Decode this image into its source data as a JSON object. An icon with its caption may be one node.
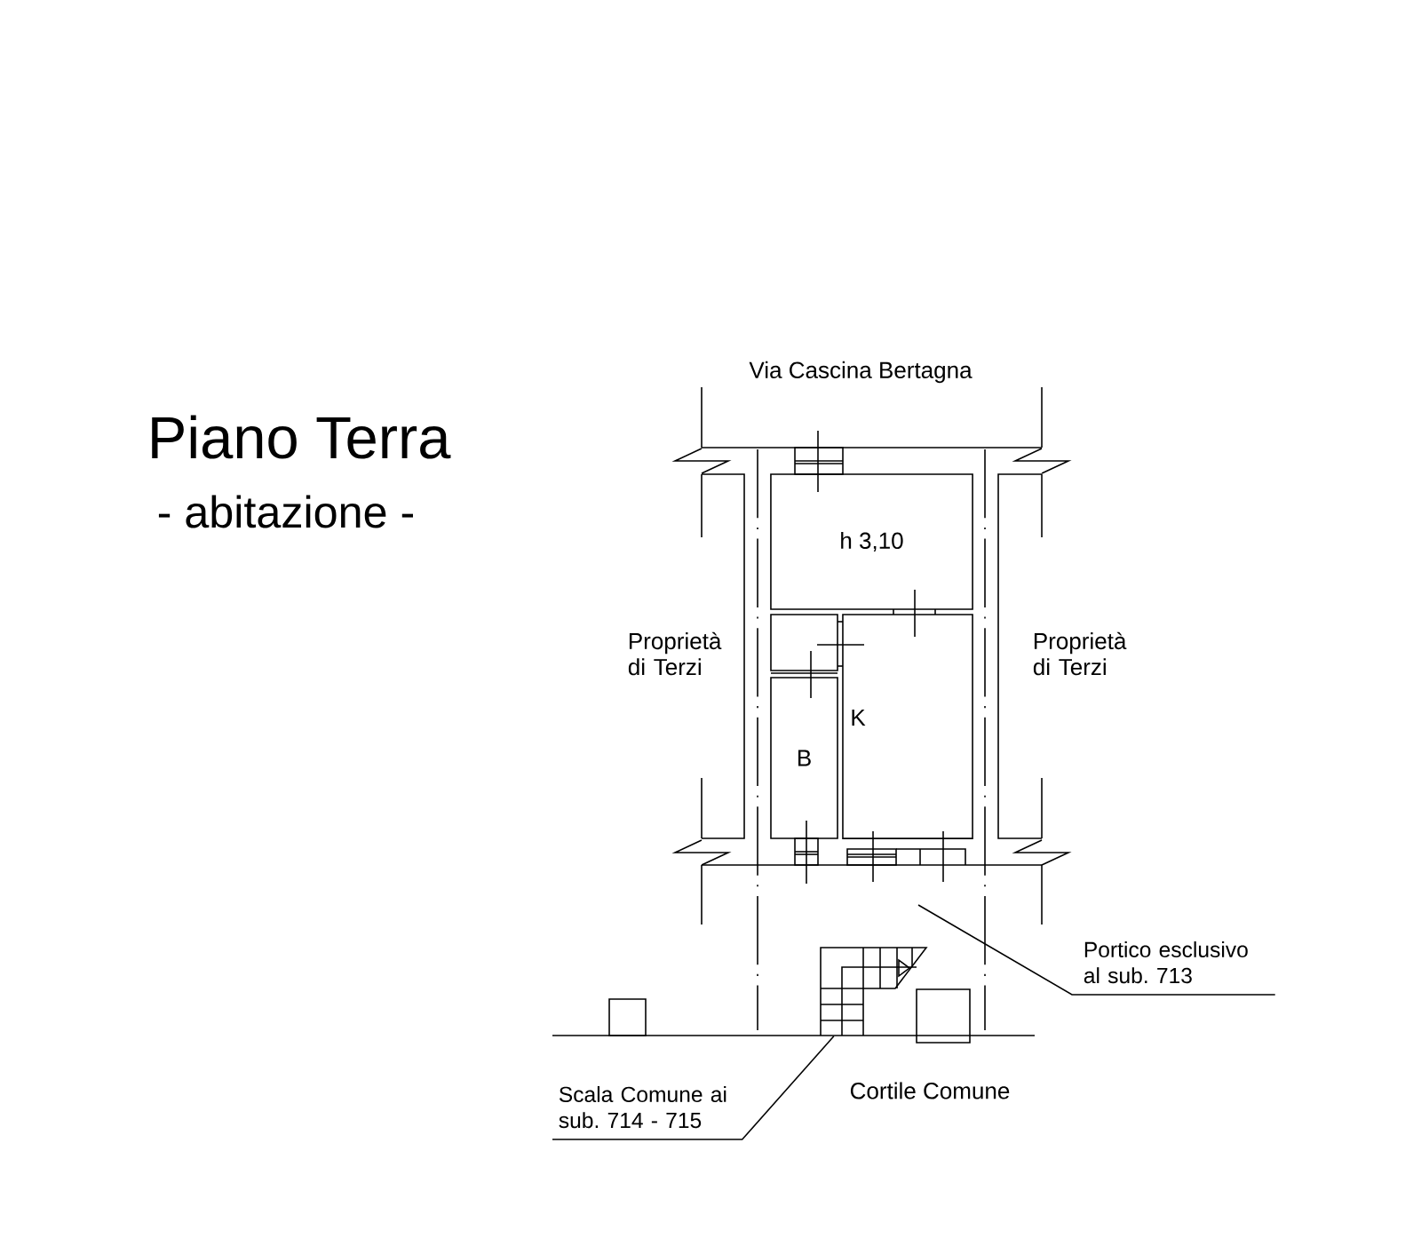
{
  "diagram": {
    "title": "Piano Terra",
    "nodes": [
      {
        "text": [
          "h 3,10"
        ]
      },
      {
        "text": [],
        "shape": "box"
      },
      {
        "text": [
          "K"
        ]
      },
      {
        "text": [
          "B"
        ]
      },
      {
        "text": [
          "Portico esclusivo al sub. 713"
        ]
      },
      {
        "text": [],
        "shape": "picture"
      },
      {
        "text": [
          "Scala Comune ai sub. 714 - 715"
        ]
      }
    ],
    "edges": [
      {
        "from": 4,
        "to": null,
        "arrow": "none"
      },
      {
        "from": 6,
        "to": 5,
        "arrow": "none"
      }
    ],
    "labels": [
      "- abitazione -",
      "Via Cascina Bertagna",
      "Proprietà di Terzi",
      "Proprietà di Terzi",
      "Cortile Comune"
    ]
  }
}
